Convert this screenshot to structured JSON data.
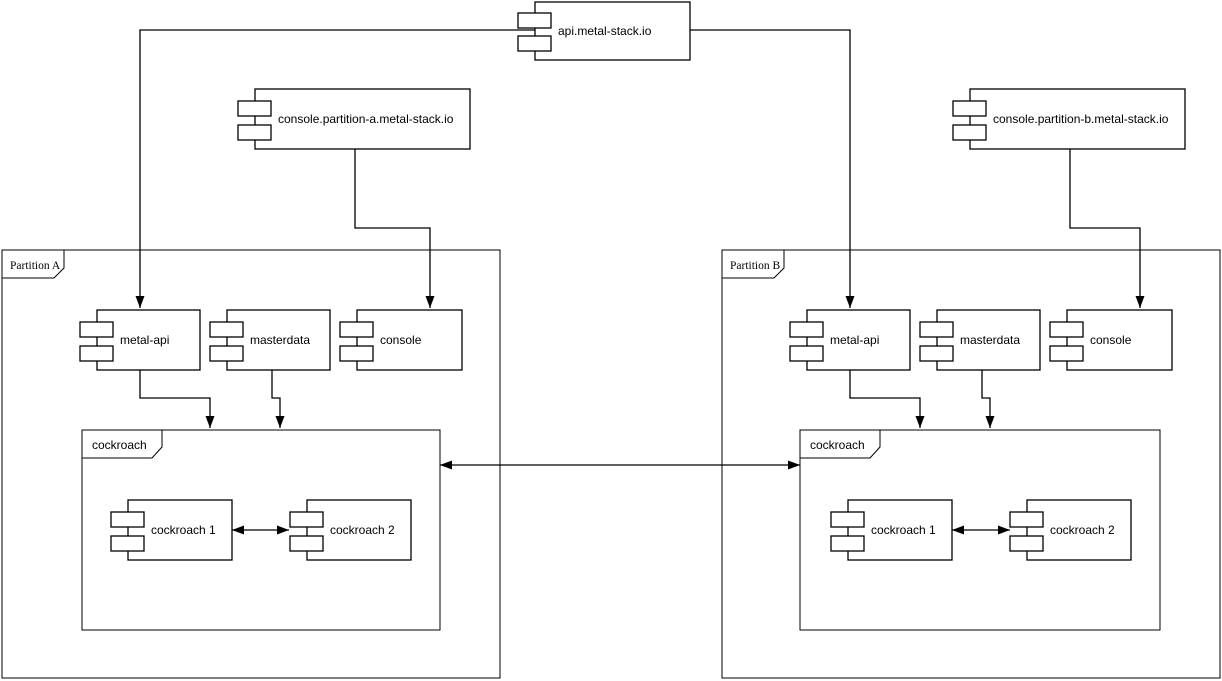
{
  "diagram": {
    "colors": {
      "stroke": "#000000",
      "background": "#ffffff"
    },
    "api": {
      "label": "api.metal-stack.io"
    },
    "console_a": {
      "label": "console.partition-a.metal-stack.io"
    },
    "console_b": {
      "label": "console.partition-b.metal-stack.io"
    },
    "partition_a": {
      "label": "Partition A",
      "metal_api": {
        "label": "metal-api"
      },
      "masterdata": {
        "label": "masterdata"
      },
      "console": {
        "label": "console"
      },
      "cockroach_frame": {
        "label": "cockroach"
      },
      "cockroach1": {
        "label": "cockroach 1"
      },
      "cockroach2": {
        "label": "cockroach 2"
      }
    },
    "partition_b": {
      "label": "Partition B",
      "metal_api": {
        "label": "metal-api"
      },
      "masterdata": {
        "label": "masterdata"
      },
      "console": {
        "label": "console"
      },
      "cockroach_frame": {
        "label": "cockroach"
      },
      "cockroach1": {
        "label": "cockroach 1"
      },
      "cockroach2": {
        "label": "cockroach 2"
      }
    }
  }
}
